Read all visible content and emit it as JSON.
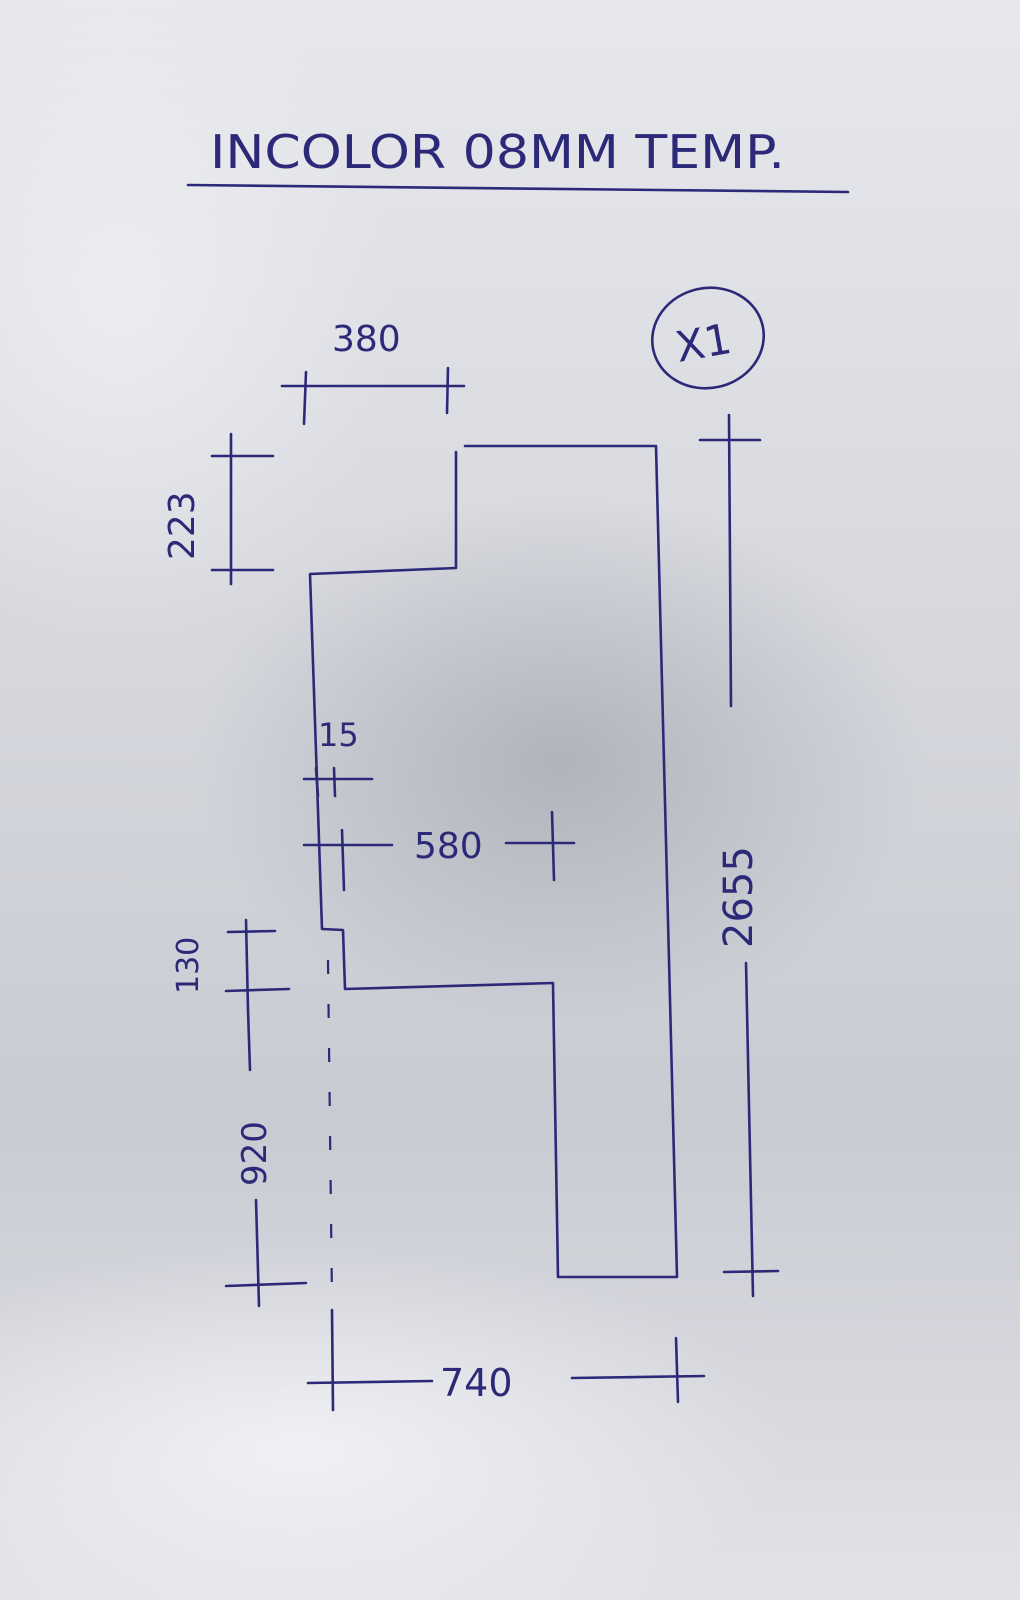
{
  "title": "INCOLOR 08MM TEMP.",
  "quantity": "X1",
  "dimensions": {
    "top_width": "380",
    "notch_height": "223",
    "offset": "15",
    "inner_width": "580",
    "step_height": "130",
    "lower_height": "920",
    "total_height": "2655",
    "bottom_width": "740"
  },
  "colors": {
    "ink": "#2c2a78",
    "paper": "#dcdee3"
  }
}
